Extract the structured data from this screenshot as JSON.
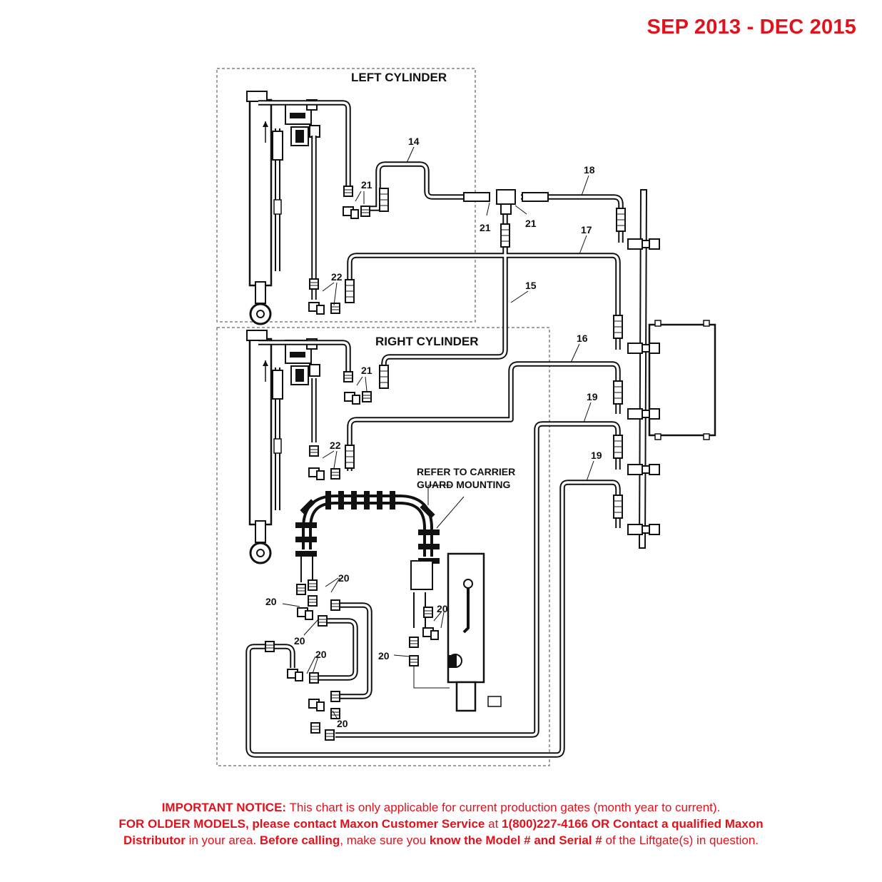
{
  "header": {
    "date_range": "SEP 2013 - DEC 2015"
  },
  "diagram": {
    "left_cylinder_label": "LEFT CYLINDER",
    "right_cylinder_label": "RIGHT CYLINDER",
    "carrier_note_line1": "REFER TO CARRIER",
    "carrier_note_line2": "GUARD MOUNTING",
    "callouts": {
      "c14": "14",
      "c18": "18",
      "c17": "17",
      "c15": "15",
      "c16": "16",
      "c19a": "19",
      "c19b": "19",
      "c21a": "21",
      "c21b": "21",
      "c21c": "21",
      "c21d": "21",
      "c22a": "22",
      "c22b": "22",
      "c20a": "20",
      "c20b": "20",
      "c20c": "20",
      "c20d": "20",
      "c20e": "20",
      "c20f": "20",
      "c20g": "20"
    }
  },
  "notice": {
    "line1_bold": "IMPORTANT NOTICE:",
    "line1_text": " This chart is only applicable for current production gates (month year to current).",
    "line2_bold": "FOR OLDER MODELS, please contact Maxon Customer Service",
    "line2_text": " at ",
    "line2_bold2": "1(800)227-4166 OR Contact a qualified Maxon",
    "line3_bold": "Distributor",
    "line3_text": " in your area. ",
    "line3_bold2": "Before calling",
    "line3_text2": ", make sure you ",
    "line3_bold3": "know the Model # and Serial #",
    "line3_text3": " of the Liftgate(s) in question."
  }
}
